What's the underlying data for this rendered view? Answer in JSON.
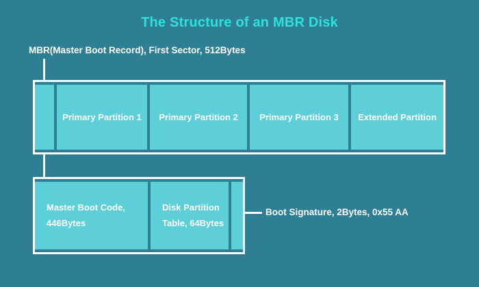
{
  "diagram": {
    "title": "The Structure of an MBR Disk",
    "background_color": "#2e7f94",
    "block_color": "#5ccfd8",
    "title_color": "#2fe0dd",
    "text_color": "#ffffff"
  },
  "mbr_caption": "MBR(Master Boot Record), First Sector, 512Bytes",
  "disk_row": {
    "cells": [
      {
        "label": "",
        "name": "mbr-sector"
      },
      {
        "label": "Primary Partition 1",
        "name": "primary-partition-1"
      },
      {
        "label": "Primary Partition 2",
        "name": "primary-partition-2"
      },
      {
        "label": "Primary Partition 3",
        "name": "primary-partition-3"
      },
      {
        "label": "Extended Partition",
        "name": "extended-partition"
      }
    ]
  },
  "mbr_row": {
    "master_boot_code": {
      "line1": "Master Boot Code,",
      "line2": "446Bytes"
    },
    "disk_partition_table": {
      "line1": "Disk Partition",
      "line2": "Table, 64Bytes"
    },
    "boot_signature_label": "Boot Signature, 2Bytes, 0x55 AA"
  }
}
